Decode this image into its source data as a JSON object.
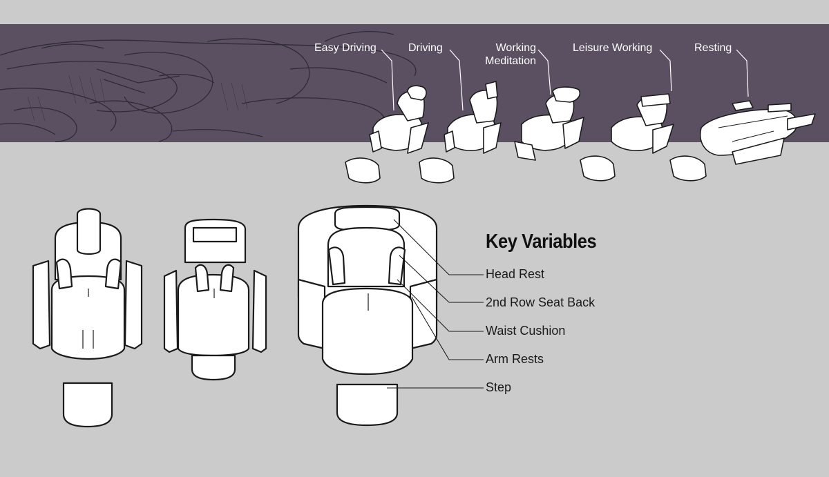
{
  "modes": [
    {
      "label": "Easy Driving"
    },
    {
      "label": "Driving"
    },
    {
      "label": "Working Meditation"
    },
    {
      "label": "Leisure Working"
    },
    {
      "label": "Resting"
    }
  ],
  "key_variables": {
    "title": "Key Variables",
    "items": [
      {
        "label": "Head Rest"
      },
      {
        "label": "2nd Row Seat Back"
      },
      {
        "label": "Waist Cushion"
      },
      {
        "label": "Arm Rests"
      },
      {
        "label": "Step"
      }
    ]
  },
  "colors": {
    "background": "#cbcbcb",
    "band": "#5a5061",
    "sketch_line": "#2c2632",
    "outline": "#1a1a1a",
    "fill": "#ffffff"
  }
}
